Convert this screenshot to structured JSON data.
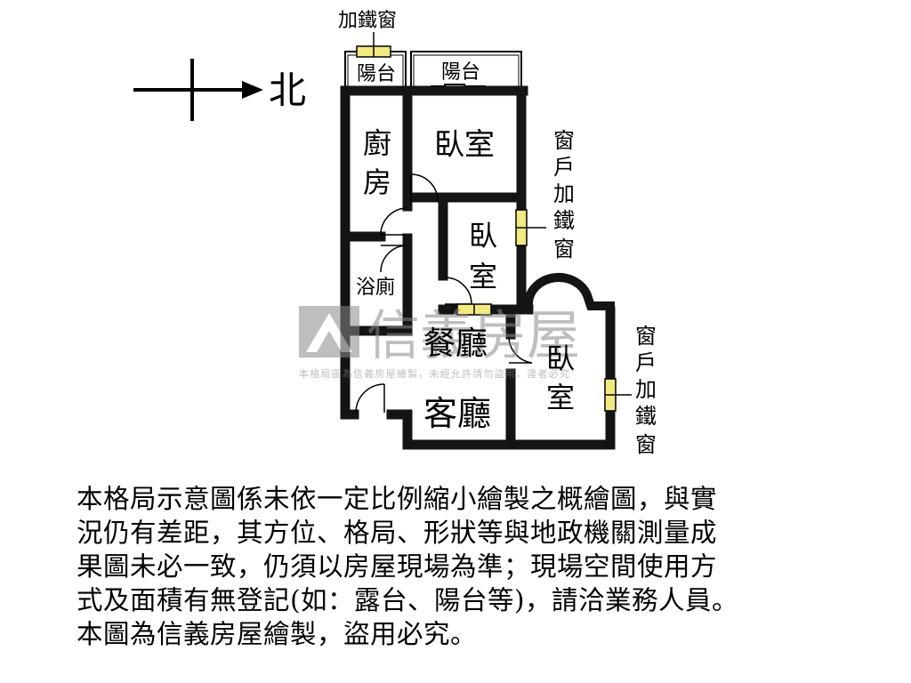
{
  "compass": {
    "north_label": "北"
  },
  "rooms": {
    "balcony_left": "陽台",
    "balcony_right": "陽台",
    "kitchen": [
      "廚",
      "房"
    ],
    "bedroom_top": "臥室",
    "bedroom_middle": [
      "臥",
      "室"
    ],
    "bathroom": "浴廁",
    "dining_room": "餐廳",
    "living_room": "客廳",
    "bedroom_right": [
      "臥",
      "室"
    ]
  },
  "annotations": {
    "iron_window_top": "加鐵窗",
    "iron_window_middle": [
      "窗",
      "戶",
      "加",
      "鐵",
      "窗"
    ],
    "iron_window_right": [
      "窗",
      "戶",
      "加",
      "鐵",
      "窗"
    ]
  },
  "watermark": {
    "brand": "信義房屋",
    "notice": "本格局圖為信義房屋繪製，未經允許請勿盜用，違者必究"
  },
  "disclaimer_lines": [
    "本格局示意圖係未依一定比例縮小繪製之概繪圖，與實",
    "況仍有差距，其方位、格局、形狀等與地政機關測量成",
    "果圖未必一致，仍須以房屋現場為準；現場空間使用方",
    "式及面積有無登記(如：露台、陽台等)，請洽業務人員。",
    "本圖為信義房屋繪製，盜用必究。"
  ],
  "colors": {
    "wall": "#141414",
    "window_fill": "#f0ea80",
    "watermark": "#9a9a9a"
  }
}
